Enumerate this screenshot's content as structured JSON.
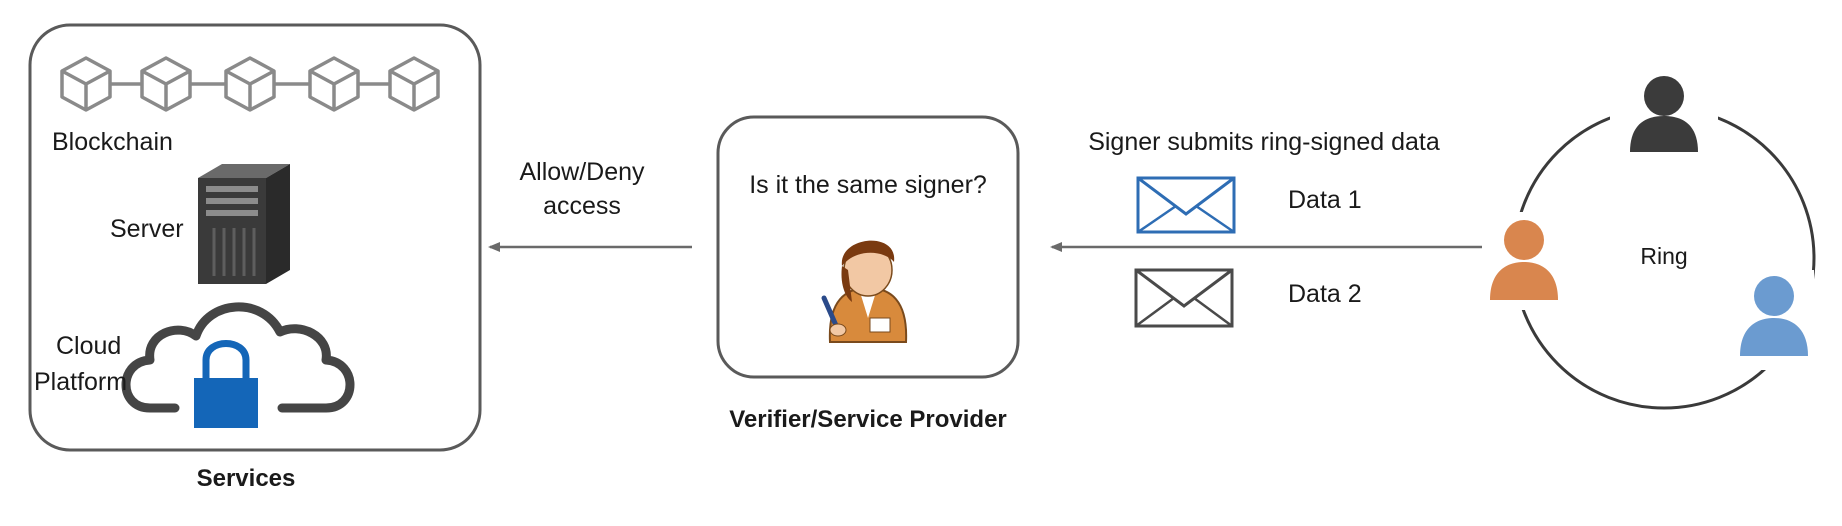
{
  "services": {
    "title": "Services",
    "blockchain_label": "Blockchain",
    "server_label": "Server",
    "cloud_label_line1": "Cloud",
    "cloud_label_line2": "Platform"
  },
  "access_arrow": {
    "line1": "Allow/Deny",
    "line2": "access"
  },
  "verifier": {
    "question": "Is it the same signer?",
    "title": "Verifier/Service Provider"
  },
  "submission": {
    "caption": "Signer submits ring-signed data",
    "data1": "Data 1",
    "data2": "Data 2"
  },
  "ring": {
    "label": "Ring"
  },
  "colors": {
    "box_stroke": "#5a5a5a",
    "arrow": "#6a6a6a",
    "envelope_blue": "#2e6db4",
    "envelope_gray": "#4a4a4a",
    "lock_blue": "#1466b8",
    "person_dark": "#3b3b3b",
    "person_orange": "#d9864e",
    "person_blue": "#6b9bd0"
  }
}
